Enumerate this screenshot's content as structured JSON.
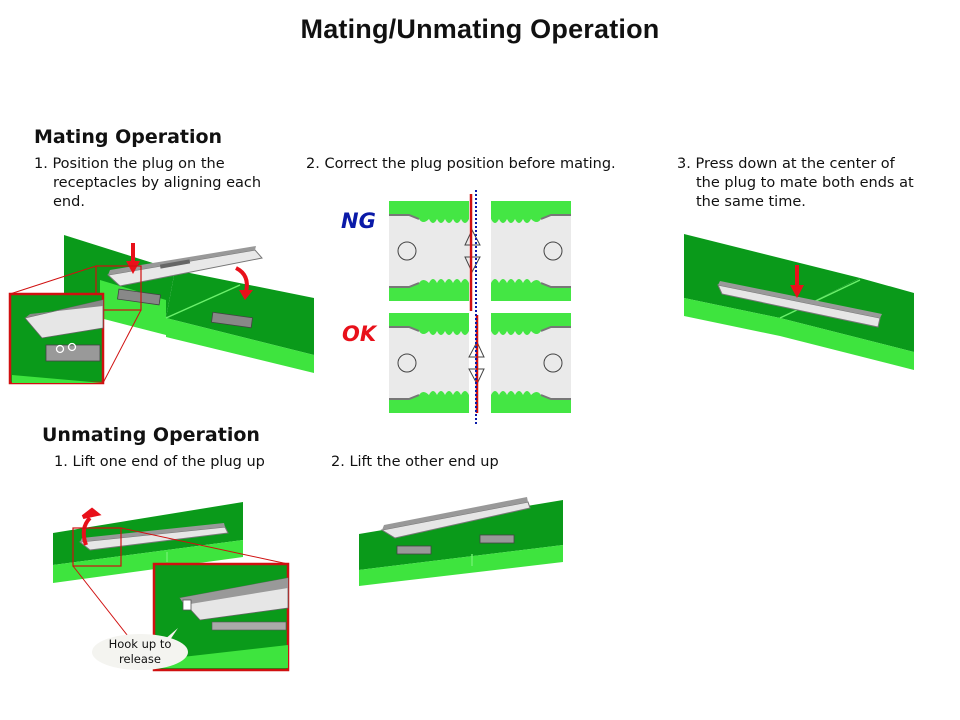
{
  "title": "Mating/Unmating Operation",
  "mating": {
    "heading": "Mating Operation",
    "steps": [
      {
        "num": "1.",
        "lines": [
          "Position the plug on the",
          "receptacles by aligning each",
          "end."
        ]
      },
      {
        "num": "2.",
        "lines": [
          "Correct the plug position before mating."
        ]
      },
      {
        "num": "3.",
        "lines": [
          "Press down at the center of",
          "the plug to mate both ends at",
          "the same time."
        ]
      }
    ],
    "alignment_labels": {
      "ng": "NG",
      "ok": "OK"
    }
  },
  "unmating": {
    "heading": "Unmating Operation",
    "steps": [
      {
        "num": "1.",
        "text": "Lift one end of the plug up"
      },
      {
        "num": "2.",
        "text": "Lift the other end up"
      }
    ],
    "callout": [
      "Hook up to",
      "release"
    ]
  },
  "colors": {
    "pcb_top": "#0a9a1a",
    "pcb_edge": "#3ee43e",
    "bright_green": "#44e644",
    "arrow_red": "#e8101a",
    "ng_blue": "#0a1aa8",
    "connector_gray": "#e6e6e6"
  }
}
